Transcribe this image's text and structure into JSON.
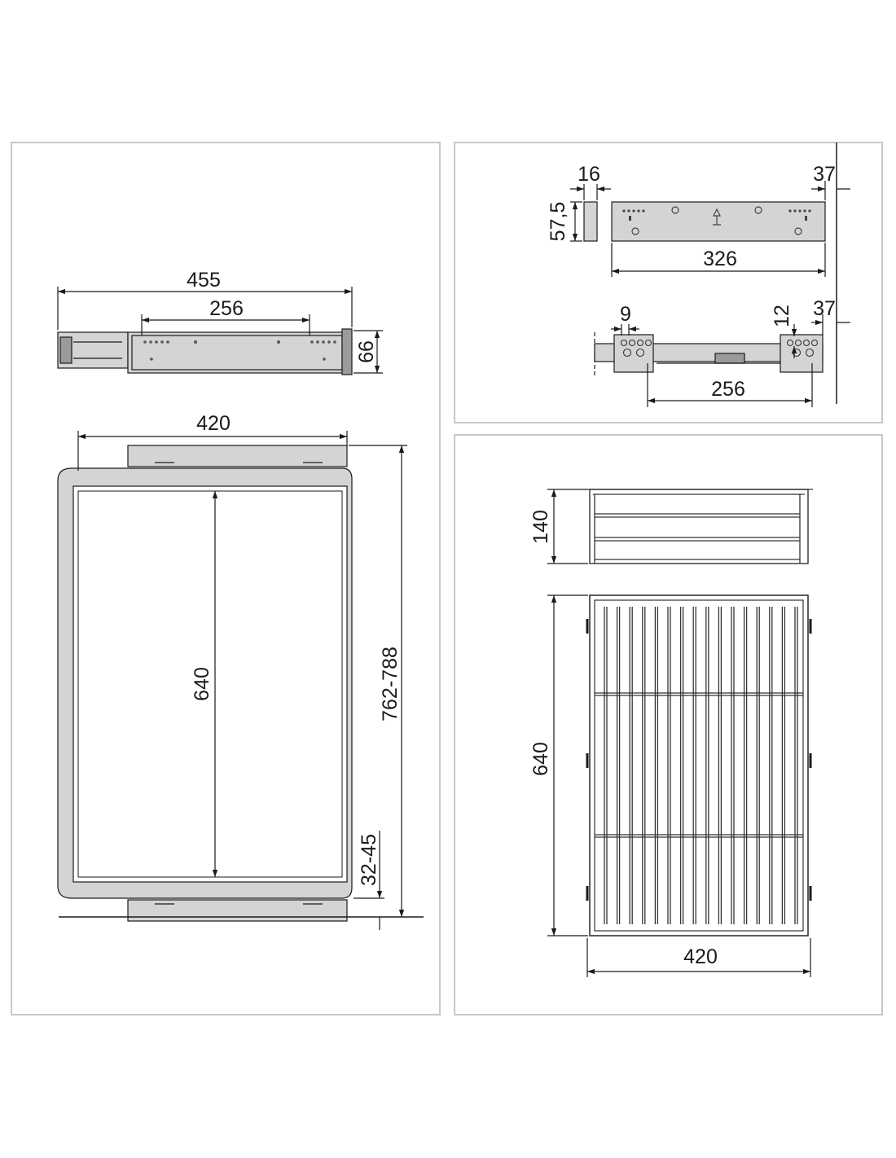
{
  "panel_top_left": {
    "dim_overall_width": "455",
    "dim_hole_spacing": "256",
    "dim_height": "66",
    "dim_width": "420",
    "dim_length": "640",
    "dim_cabinet_depth": "762-788",
    "dim_offset": "32-45"
  },
  "panel_top_right": {
    "dim_thickness": "16",
    "dim_plate_height": "57,5",
    "dim_edge_top": "37",
    "dim_plate_length": "326",
    "dim_small": "9",
    "dim_step": "12",
    "dim_edge_bottom": "37",
    "dim_hole_spacing": "256"
  },
  "panel_bottom_right": {
    "dim_height": "140",
    "dim_length": "640",
    "dim_width": "420"
  }
}
